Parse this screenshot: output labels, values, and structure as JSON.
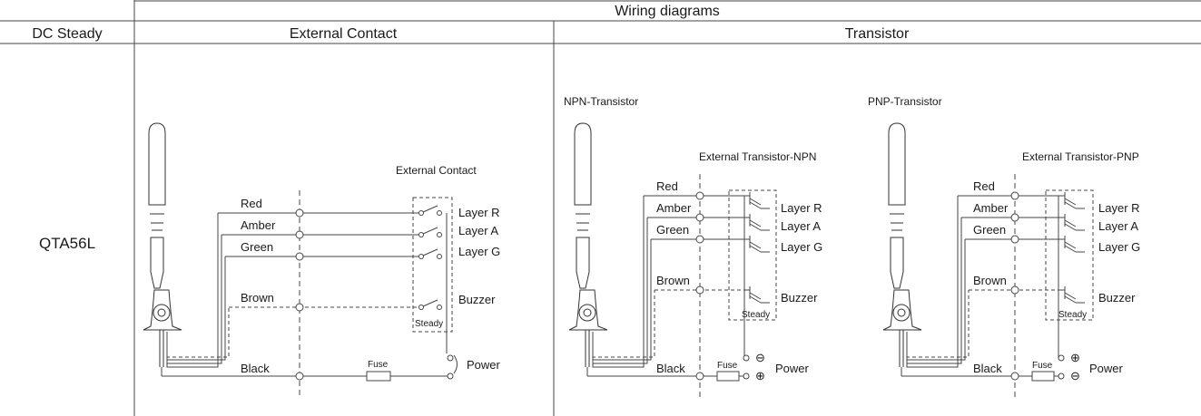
{
  "table": {
    "header_main": "Wiring diagrams",
    "col_model_type": "DC Steady",
    "col_external": "External Contact",
    "col_transistor": "Transistor",
    "model": "QTA56L"
  },
  "external": {
    "group_label": "External Contact",
    "wires": [
      "Red",
      "Amber",
      "Green",
      "Brown",
      "Black"
    ],
    "layers": [
      "Layer R",
      "Layer A",
      "Layer G"
    ],
    "buzzer": "Buzzer",
    "steady": "Steady",
    "fuse": "Fuse",
    "power": "Power"
  },
  "npn": {
    "title": "NPN-Transistor",
    "group_label": "External Transistor-NPN",
    "wires": [
      "Red",
      "Amber",
      "Green",
      "Brown",
      "Black"
    ],
    "layers": [
      "Layer R",
      "Layer A",
      "Layer G"
    ],
    "buzzer": "Buzzer",
    "steady": "Steady",
    "fuse": "Fuse",
    "power": "Power",
    "sign_top": "⊖",
    "sign_bottom": "⊕"
  },
  "pnp": {
    "title": "PNP-Transistor",
    "group_label": "External Transistor-PNP",
    "wires": [
      "Red",
      "Amber",
      "Green",
      "Brown",
      "Black"
    ],
    "layers": [
      "Layer R",
      "Layer A",
      "Layer G"
    ],
    "buzzer": "Buzzer",
    "steady": "Steady",
    "fuse": "Fuse",
    "power": "Power",
    "sign_top": "⊕",
    "sign_bottom": "⊖"
  }
}
